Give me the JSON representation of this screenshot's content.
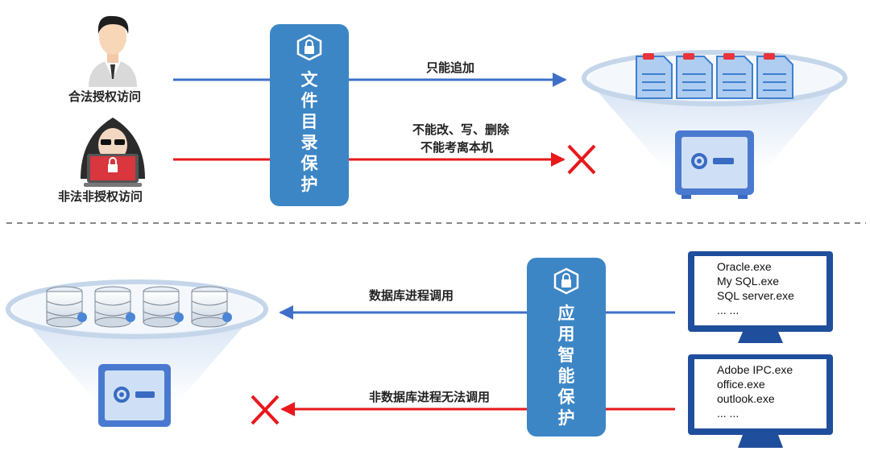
{
  "top": {
    "legal_access": "合法授权访问",
    "illegal_access": "非法非授权访问",
    "panel_title_chars": [
      "文",
      "件",
      "目",
      "录",
      "保",
      "护"
    ],
    "arrow_allowed": "只能追加",
    "arrow_denied_line1": "不能改、写、删除",
    "arrow_denied_line2": "不能考离本机"
  },
  "bottom": {
    "panel_title_chars": [
      "应",
      "用",
      "智",
      "能",
      "保",
      "护"
    ],
    "arrow_allowed": "数据库进程调用",
    "arrow_denied": "非数据库进程无法调用",
    "monitor1": [
      "Oracle.exe",
      "My SQL.exe",
      "SQL server.exe",
      "... ..."
    ],
    "monitor2": [
      "Adobe IPC.exe",
      "office.exe",
      "outlook.exe",
      "... ..."
    ]
  },
  "colors": {
    "panel": "#3d86c6",
    "allowed_arrow": "#3f6fc9",
    "denied_arrow": "#e8181b",
    "safe": "#4a7ad0"
  },
  "icons": [
    "person-icon",
    "hacker-icon",
    "lock-shield-icon",
    "document-icon",
    "safe-icon",
    "database-icon",
    "monitor-icon",
    "cross-icon"
  ]
}
